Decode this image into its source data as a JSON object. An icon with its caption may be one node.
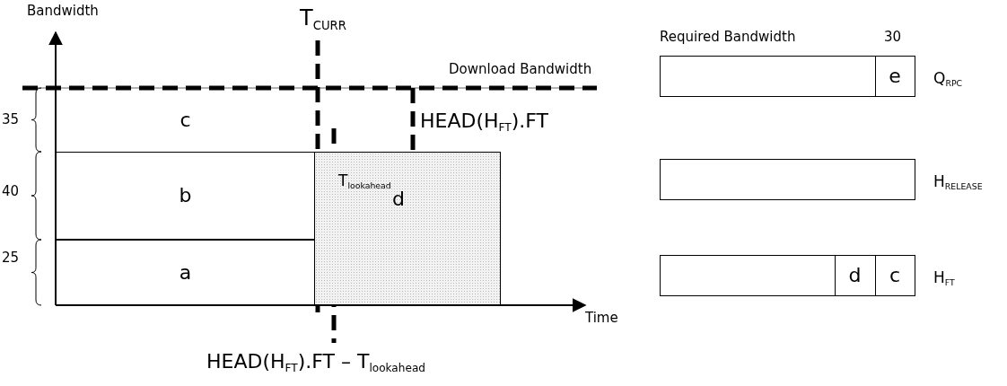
{
  "diagram": {
    "nodes": [
      {
        "text": [
          "a"
        ]
      },
      {
        "text": [
          "b"
        ]
      },
      {
        "text": [
          "c"
        ]
      },
      {
        "text": [
          "d"
        ]
      },
      {
        "text": [],
        "shape": "box",
        "beside": [
          "Q$_{RPC}$"
        ]
      },
      {
        "text": [
          "e"
        ],
        "in": 4
      },
      {
        "text": [],
        "shape": "box",
        "beside": [
          "H$_{RELEASE}$"
        ]
      },
      {
        "text": [],
        "shape": "box",
        "beside": [
          "H$_{FT}$"
        ]
      },
      {
        "text": [
          "d"
        ],
        "in": 7
      },
      {
        "text": [
          "c"
        ],
        "in": 7
      }
    ],
    "edges": [],
    "labels": [
      "Bandwidth",
      "T$_{CURR}$",
      "Download Bandwidth",
      "HEAD(H$_{FT}$).FT",
      "35",
      "T$_{lookahead}$",
      "40",
      "25",
      "Time",
      "HEAD(H$_{FT}$).FT – T$_{lookahead}$",
      "Required Bandwidth",
      "30"
    ]
  }
}
